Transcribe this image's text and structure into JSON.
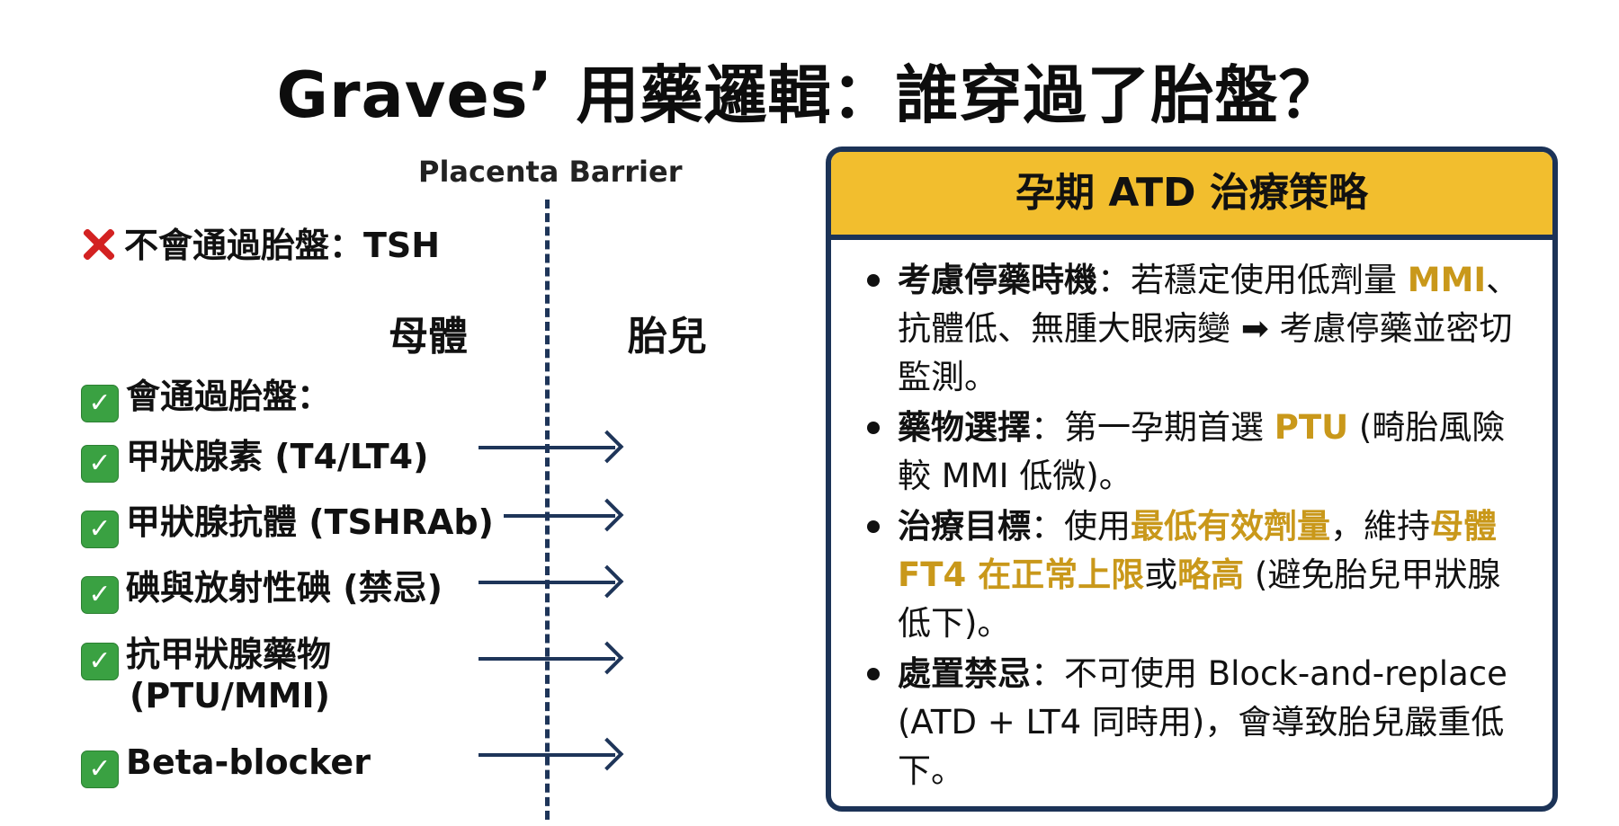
{
  "title": "Graves’ 用藥邏輯：誰穿過了胎盤？",
  "barrier": {
    "label": "Placenta Barrier"
  },
  "sides": {
    "mother": "母體",
    "fetus": "胎兒"
  },
  "not_cross": {
    "label": "不會通過胎盤：TSH",
    "icon": "cross-mark-icon"
  },
  "cross_header": "會通過胎盤：",
  "cross_items": [
    {
      "label": "甲狀腺素 (T4/LT4)"
    },
    {
      "label": "甲狀腺抗體 (TSHRAb)"
    },
    {
      "label": "碘與放射性碘 (禁忌)"
    },
    {
      "label": "抗甲狀腺藥物",
      "label2": "(PTU/MMI)"
    },
    {
      "label": "Beta-blocker"
    }
  ],
  "panel": {
    "title": "孕期 ATD 治療策略",
    "bullets": [
      {
        "lines": [
          [
            {
              "t": "考慮停藥時機",
              "s": "b"
            },
            {
              "t": "：若穩定使用低劑量 ",
              "s": ""
            },
            {
              "t": "MMI",
              "s": "gold"
            },
            {
              "t": "、",
              "s": ""
            }
          ],
          [
            {
              "t": "抗體低、無腫大眼病變 ➡ 考慮停藥並密切",
              "s": ""
            }
          ],
          [
            {
              "t": "監測。",
              "s": ""
            }
          ]
        ]
      },
      {
        "lines": [
          [
            {
              "t": "藥物選擇",
              "s": "b"
            },
            {
              "t": "：第一孕期首選 ",
              "s": ""
            },
            {
              "t": "PTU",
              "s": "gold"
            },
            {
              "t": " (畸胎風險",
              "s": ""
            }
          ],
          [
            {
              "t": "較 MMI 低微)。",
              "s": ""
            }
          ]
        ]
      },
      {
        "lines": [
          [
            {
              "t": "治療目標",
              "s": "b"
            },
            {
              "t": "：使用",
              "s": ""
            },
            {
              "t": "最低有效劑量",
              "s": "gold"
            },
            {
              "t": "，維持",
              "s": ""
            },
            {
              "t": "母體",
              "s": "gold"
            }
          ],
          [
            {
              "t": "FT4 在正常上限",
              "s": "gold"
            },
            {
              "t": "或",
              "s": ""
            },
            {
              "t": "略高",
              "s": "gold"
            },
            {
              "t": " (避免胎兒甲狀腺",
              "s": ""
            }
          ],
          [
            {
              "t": "低下)。",
              "s": ""
            }
          ]
        ]
      },
      {
        "lines": [
          [
            {
              "t": "處置禁忌",
              "s": "b"
            },
            {
              "t": "：不可使用 Block-and-replace",
              "s": ""
            }
          ],
          [
            {
              "t": "(ATD + LT4 同時用)，會導致胎兒嚴重低",
              "s": ""
            }
          ],
          [
            {
              "t": "下。",
              "s": ""
            }
          ]
        ]
      }
    ]
  },
  "colors": {
    "navy": "#1c3357",
    "gold": "#c9981a",
    "header_yellow": "#f2be2e",
    "check_green": "#3aa142",
    "cross_red": "#d32222"
  }
}
